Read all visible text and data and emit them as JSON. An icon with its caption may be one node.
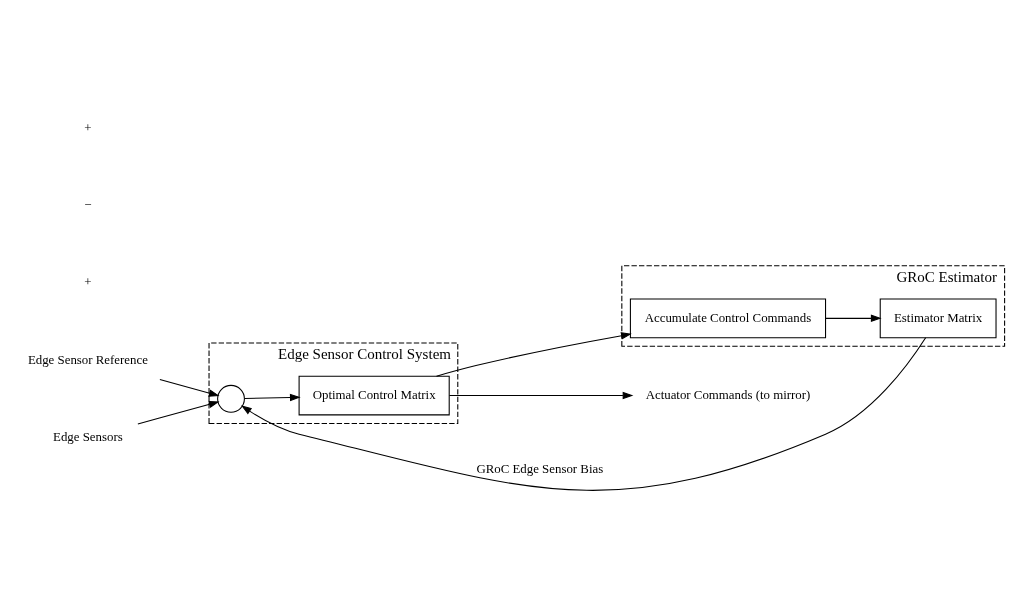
{
  "diagram": {
    "nodes": [
      {
        "text": [
          "Edge Sensor Control System"
        ]
      },
      {
        "text": [],
        "shape": "circle",
        "in": 0
      },
      {
        "text": [
          "Optimal Control Matrix"
        ],
        "in": 0
      },
      {
        "text": [
          "GRoC Estimator"
        ]
      },
      {
        "text": [
          "Estimator Matrix"
        ],
        "in": 3
      },
      {
        "text": [
          "Accumulate Control Commands"
        ],
        "in": 3
      },
      {
        "text": [
          "Edge Sensor Reference"
        ]
      },
      {
        "text": [
          "Edge Sensors"
        ]
      },
      {
        "text": [
          "Actuator Commands (to mirror)"
        ]
      }
    ],
    "edges": [
      {
        "from": 6,
        "to": 1,
        "arrow": "to"
      },
      {
        "from": 7,
        "to": 1,
        "arrow": "to"
      },
      {
        "from": 1,
        "to": 2,
        "arrow": "to"
      },
      {
        "from": 2,
        "to": 8,
        "arrow": "to"
      },
      {
        "from": 2,
        "to": 5,
        "arrow": "to"
      },
      {
        "from": 5,
        "to": 4,
        "arrow": "to"
      },
      {
        "from": 4,
        "to": 1,
        "arrow": "to",
        "label": "GRoC Edge Sensor Bias"
      }
    ],
    "labels": [
      "+",
      "−",
      "+"
    ]
  }
}
